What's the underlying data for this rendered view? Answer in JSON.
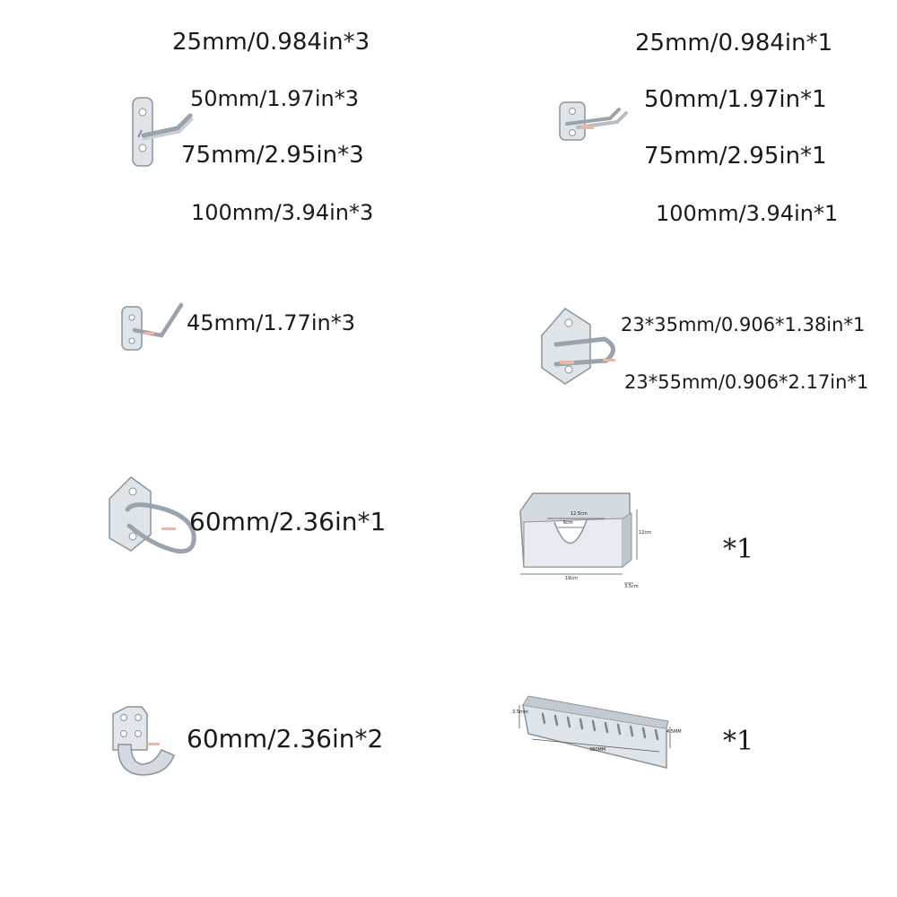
{
  "items": {
    "straight_hook": {
      "icon": "straight-hook-icon",
      "sizes": [
        "25mm/0.984in*3",
        "50mm/1.97in*3",
        "75mm/2.95in*3",
        "100mm/3.94in*3"
      ]
    },
    "double_hook": {
      "icon": "double-hook-icon",
      "sizes": [
        "25mm/0.984in*1",
        "50mm/1.97in*1",
        "75mm/2.95in*1",
        "100mm/3.94in*1"
      ]
    },
    "angled_hook": {
      "icon": "angled-hook-icon",
      "sizes": [
        "45mm/1.77in*3"
      ]
    },
    "u_hook": {
      "icon": "u-hook-icon",
      "sizes": [
        "23*35mm/0.906*1.38in*1",
        "23*55mm/0.906*2.17in*1"
      ]
    },
    "loop_hook": {
      "icon": "loop-hook-icon",
      "sizes": [
        "60mm/2.36in*1"
      ]
    },
    "cradle_holder": {
      "icon": "cradle-holder-icon",
      "sizes": [
        "60mm/2.36in*2"
      ]
    },
    "shelf_bracket": {
      "icon": "shelf-bracket-icon",
      "quantity": "*1",
      "dims": [
        "12.5cm",
        "6cm",
        "12cm",
        "19cm",
        "3.5cm"
      ]
    },
    "tool_rack": {
      "icon": "tool-rack-icon",
      "quantity": "*1",
      "dims": [
        "3.5mm",
        "380MM",
        "4.5MM"
      ]
    }
  },
  "colors": {
    "metal_light": "#e8ecf0",
    "metal_mid": "#c3cad2",
    "metal_dark": "#7b8590",
    "text": "#1a1a1a"
  }
}
